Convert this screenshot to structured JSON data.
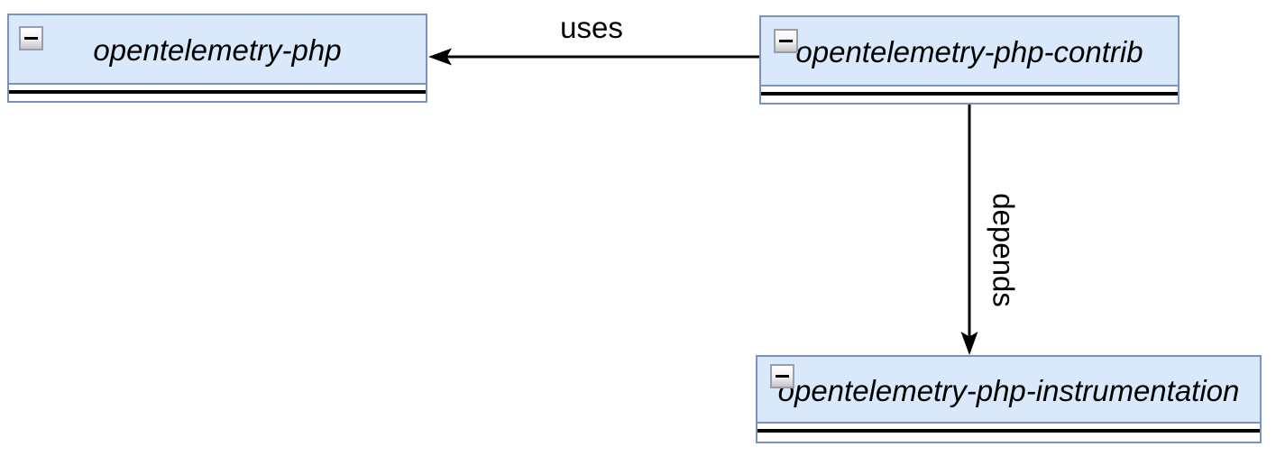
{
  "diagram": {
    "colors": {
      "node_fill": "#dae8fc",
      "node_border": "#7b93c1",
      "edge": "#000000",
      "background": "#ffffff"
    },
    "nodes": {
      "php": {
        "label": "opentelemetry-php",
        "collapse_icon": "minus"
      },
      "contrib": {
        "label": "opentelemetry-php-contrib",
        "collapse_icon": "minus"
      },
      "instrumentation": {
        "label": "opentelemetry-php-instrumentation",
        "collapse_icon": "minus"
      }
    },
    "edges": {
      "uses": {
        "label": "uses",
        "from": "contrib",
        "to": "php"
      },
      "depends": {
        "label": "depends",
        "from": "contrib",
        "to": "instrumentation"
      }
    }
  }
}
